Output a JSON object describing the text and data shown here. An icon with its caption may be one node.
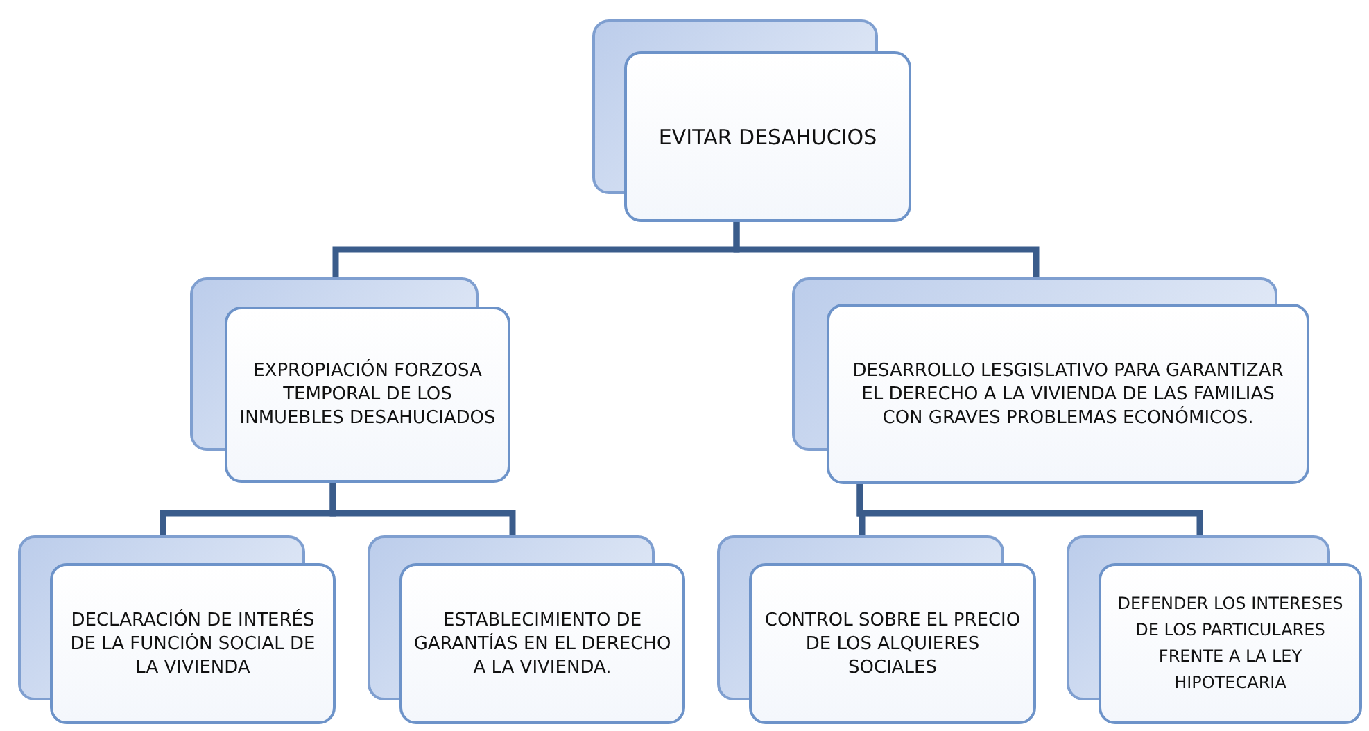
{
  "diagram": {
    "nodes": [
      {
        "text": [
          "EVITAR DESAHUCIOS"
        ]
      },
      {
        "text": [
          "EXPROPIACIÓN FORZOSA TEMPORAL DE LOS INMUEBLES DESAHUCIADOS"
        ]
      },
      {
        "text": [
          "DESARROLLO LESGISLATIVO PARA GARANTIZAR EL DERECHO A LA VIVIENDA DE LAS FAMILIAS CON GRAVES PROBLEMAS ECONÓMICOS."
        ]
      },
      {
        "text": [
          "DECLARACIÓN DE INTERÉS DE LA FUNCIÓN SOCIAL DE LA VIVIENDA"
        ]
      },
      {
        "text": [
          "ESTABLECIMIENTO DE GARANTÍAS EN EL DERECHO A LA VIVIENDA."
        ]
      },
      {
        "text": [
          "CONTROL SOBRE EL PRECIO DE LOS ALQUIERES SOCIALES"
        ]
      },
      {
        "text": [
          "DEFENDER LOS INTERESES DE LOS PARTICULARES FRENTE A LA LEY HIPOTECARIA"
        ]
      }
    ],
    "edges": [
      {
        "from": 0,
        "to": 1,
        "arrow": "none"
      },
      {
        "from": 0,
        "to": 2,
        "arrow": "none"
      },
      {
        "from": 1,
        "to": 3,
        "arrow": "none"
      },
      {
        "from": 1,
        "to": 4,
        "arrow": "none"
      },
      {
        "from": 2,
        "to": 5,
        "arrow": "none"
      },
      {
        "from": 2,
        "to": 6,
        "arrow": "none"
      }
    ]
  }
}
